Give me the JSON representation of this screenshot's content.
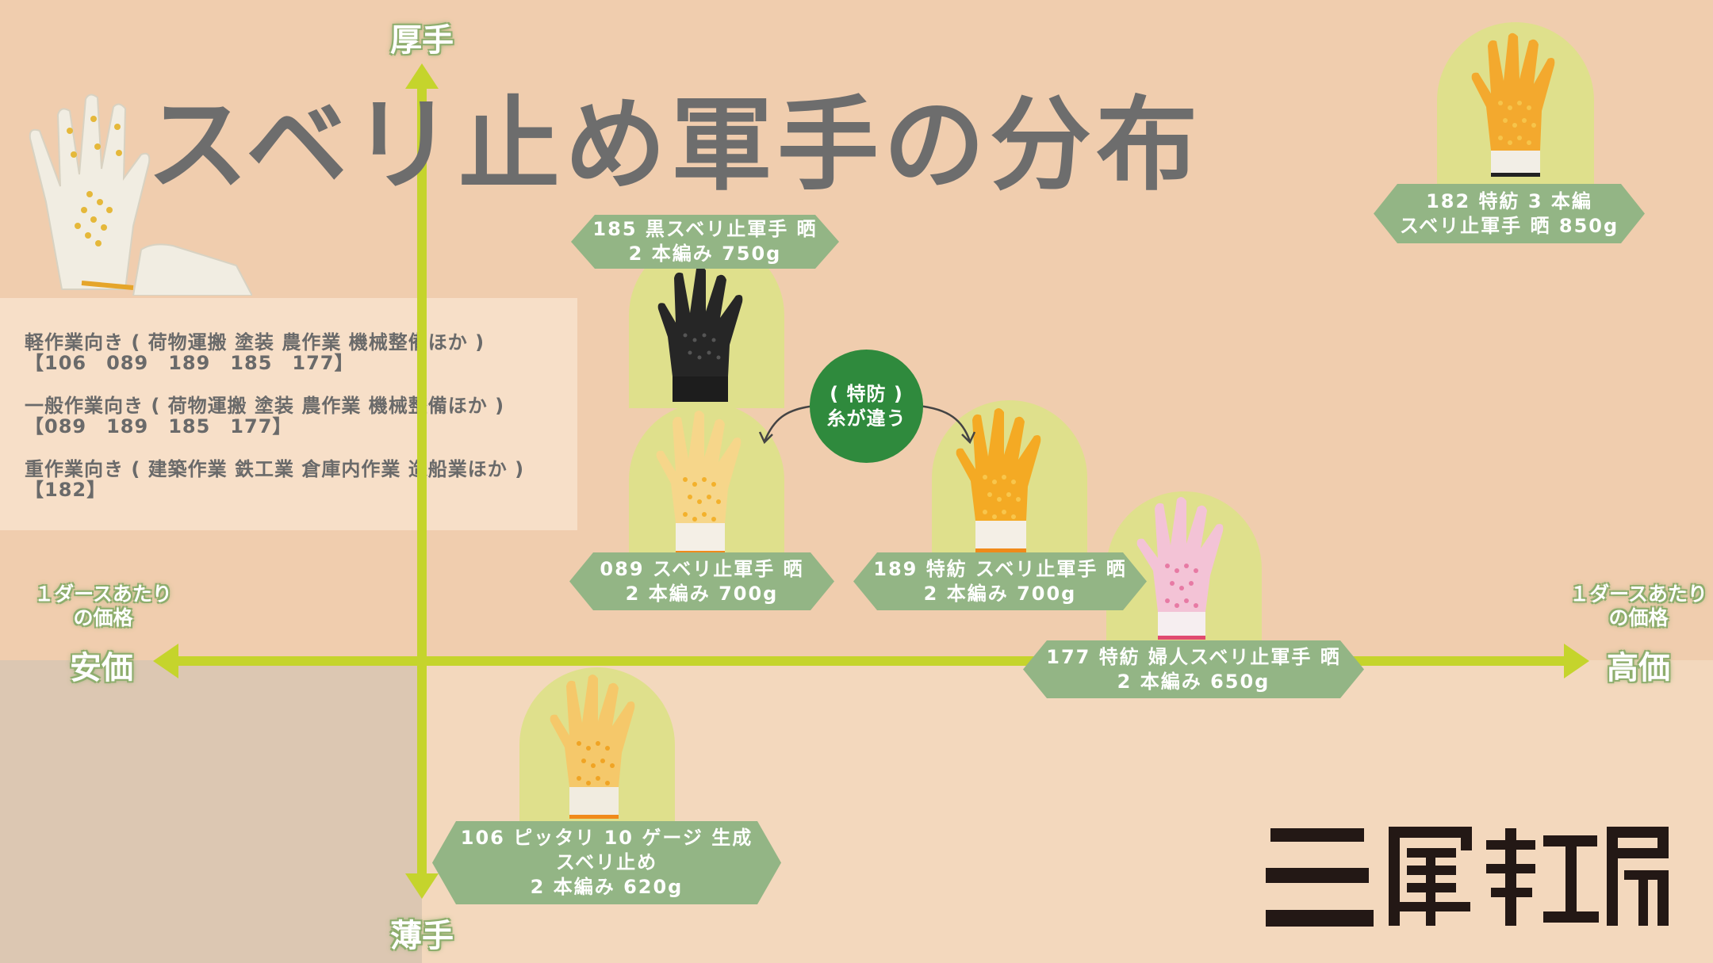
{
  "title": "スベリ止め軍手の分布",
  "axes": {
    "top": "厚手",
    "bottom": "薄手",
    "left": "安価",
    "right": "高価",
    "left_sub": [
      "１ダースあたり",
      "の価格"
    ],
    "right_sub": [
      "１ダースあたり",
      "の価格"
    ]
  },
  "info": {
    "lines": [
      "軽作業向き ( 荷物運搬 塗装 農作業 機械整備ほか )",
      "【106　089　189　185　177】",
      "一般作業向き ( 荷物運搬 塗装 農作業 機械整備ほか )",
      "【089　189　185　177】",
      "重作業向き ( 建築作業 鉄工業 倉庫内作業 造船業ほか )",
      "【182】"
    ]
  },
  "products": [
    {
      "line1": "182 特紡 3 本編",
      "line2": "スベリ止軍手 晒 850g"
    },
    {
      "line1": "185 黒スベリ止軍手 晒",
      "line2": "2 本編み 750g"
    },
    {
      "line1": "089  スベリ止軍手 晒",
      "line2": "2 本編み 700g"
    },
    {
      "line1": "189 特紡 スベリ止軍手 晒",
      "line2": "2 本編み 700g"
    },
    {
      "line1": "177 特紡 婦人スベリ止軍手 晒",
      "line2": "2 本編み 650g"
    },
    {
      "line1": "106 ピッタリ 10 ゲージ 生成",
      "line2": "スベリ止め",
      "line3": "2 本編み 620g"
    }
  ],
  "badge": {
    "line1": "( 特防 )",
    "line2": "糸が違う"
  },
  "colors": {
    "background": "#f0cdae",
    "axis_arrow": "#c5d42c",
    "tag": "#93b585",
    "arch": "#dfe08c",
    "badge": "#2f8a3d",
    "title": "#6d6d6d"
  }
}
